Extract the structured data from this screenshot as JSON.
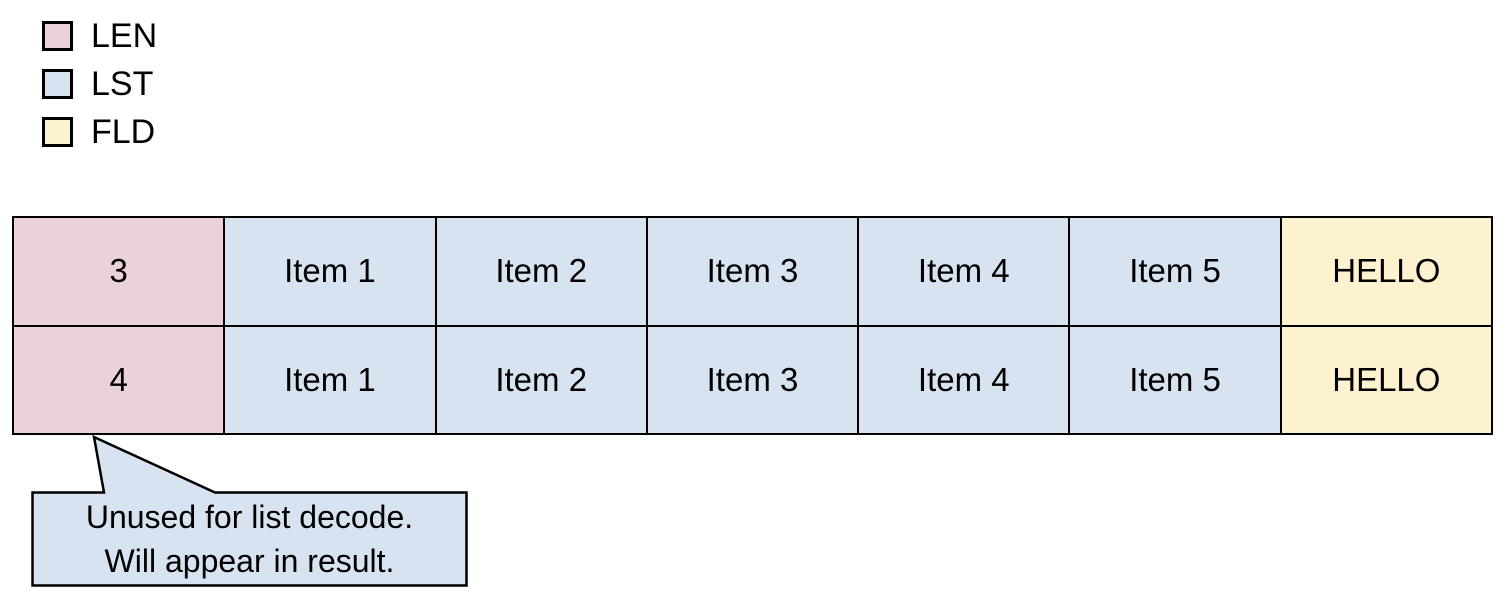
{
  "legend": {
    "items": [
      {
        "id": "len",
        "label": "LEN",
        "color": "#ebd1d8"
      },
      {
        "id": "lst",
        "label": "LST",
        "color": "#d7e3f1"
      },
      {
        "id": "fld",
        "label": "FLD",
        "color": "#fdf2d0"
      }
    ]
  },
  "table": {
    "rows": [
      {
        "cells": [
          {
            "text": "3",
            "type": "LEN"
          },
          {
            "text": "Item 1",
            "type": "LST"
          },
          {
            "text": "Item 2",
            "type": "LST"
          },
          {
            "text": "Item 3",
            "type": "LST"
          },
          {
            "text": "Item 4",
            "type": "LST"
          },
          {
            "text": "Item 5",
            "type": "LST"
          },
          {
            "text": "HELLO",
            "type": "FLD"
          }
        ]
      },
      {
        "cells": [
          {
            "text": "4",
            "type": "LEN"
          },
          {
            "text": "Item 1",
            "type": "LST"
          },
          {
            "text": "Item 2",
            "type": "LST"
          },
          {
            "text": "Item 3",
            "type": "LST"
          },
          {
            "text": "Item 4",
            "type": "LST"
          },
          {
            "text": "Item 5",
            "type": "LST"
          },
          {
            "text": "HELLO",
            "type": "FLD"
          }
        ]
      }
    ]
  },
  "callout": {
    "line1": "Unused for list decode.",
    "line2": "Will appear in result.",
    "fill": "#d7e3f1",
    "border": "#000000",
    "points_to": "row 2 LEN cell (value 4)"
  },
  "colors": {
    "background": "#ffffff",
    "line": "#000000",
    "len": "#ebd1d8",
    "lst": "#d7e3f1",
    "fld": "#fdf2d0"
  }
}
